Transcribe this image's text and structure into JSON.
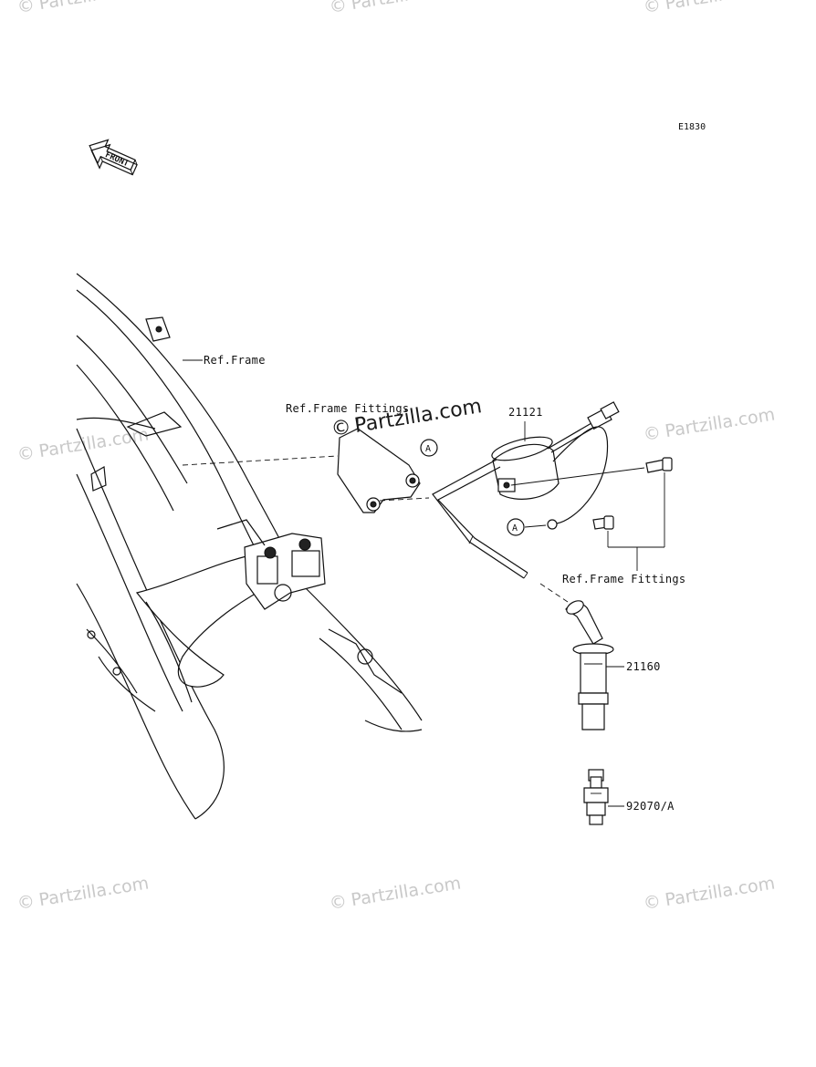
{
  "diagram": {
    "code": "E1830",
    "front_label": "FRONT",
    "callouts": {
      "ref_frame": "Ref.Frame",
      "ref_frame_fittings_top": "Ref.Frame Fittings",
      "ignition_coil": "21121",
      "ref_frame_fittings_bottom": "Ref.Frame Fittings",
      "plug_cap": "21160",
      "spark_plug": "92070/A",
      "marker_a": "A"
    },
    "watermarks": {
      "main": "Partzilla.com",
      "repeat": "Partzilla.com",
      "symbol": "©"
    }
  }
}
